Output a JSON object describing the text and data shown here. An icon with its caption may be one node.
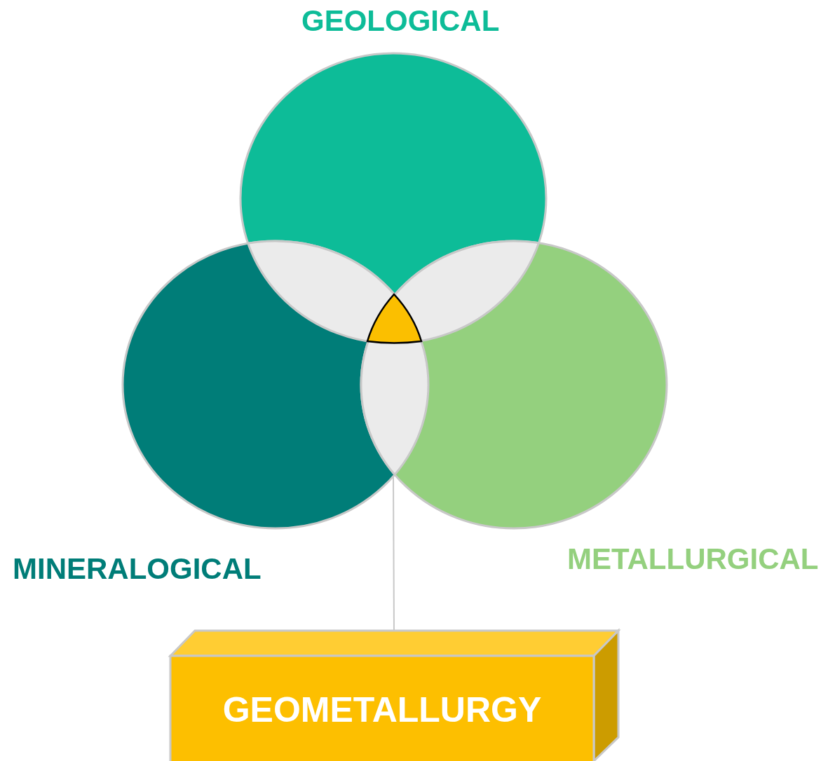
{
  "diagram": {
    "nodes": [
      {
        "text": [
          "GEOLOGICAL"
        ]
      },
      {
        "text": [
          "MINERALOGICAL"
        ]
      },
      {
        "text": [
          "METALLURGICAL"
        ]
      },
      {
        "text": [],
        "shape": "triangle"
      },
      {
        "text": [
          "GEOMETALLURGY"
        ]
      }
    ],
    "edges": [
      {
        "from": 4,
        "to": 1,
        "arrow": "none"
      }
    ]
  }
}
